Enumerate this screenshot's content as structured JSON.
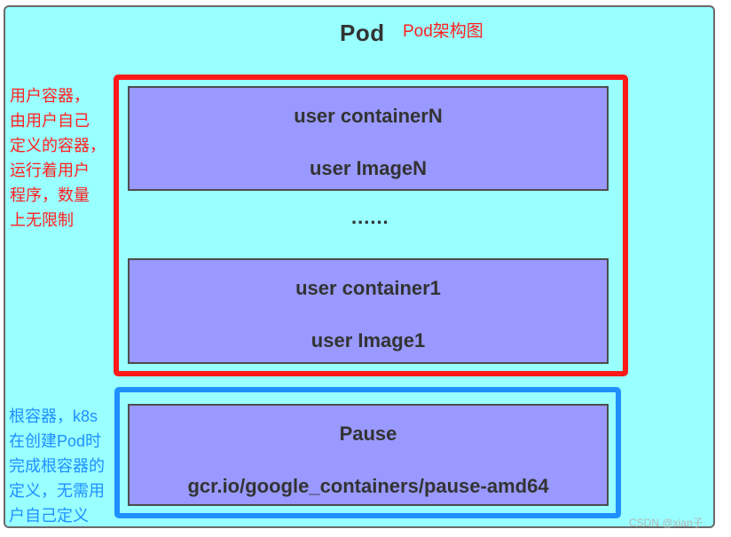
{
  "pod": {
    "title": "Pod",
    "subtitle": "Pod架构图"
  },
  "user_containers": [
    {
      "name": "user containerN",
      "image": "user ImageN"
    },
    {
      "name": "user container1",
      "image": "user Image1"
    }
  ],
  "ellipsis": "......",
  "pause_container": {
    "name": "Pause",
    "image": "gcr.io/google_containers/pause-amd64"
  },
  "annotations": {
    "user": [
      "用户容器，",
      "由用户自己",
      "定义的容器，",
      "运行着用户",
      "程序，数量",
      "上无限制"
    ],
    "pause": [
      "根容器，k8s",
      "在创建Pod时",
      "完成根容器的",
      "定义，无需用",
      "户自己定义"
    ]
  },
  "watermark": "CSDN @xian子",
  "colors": {
    "pod_bg": "#99ffff",
    "container_bg": "#9999ff",
    "user_frame": "#ff1a1a",
    "pause_frame": "#1e90ff"
  }
}
